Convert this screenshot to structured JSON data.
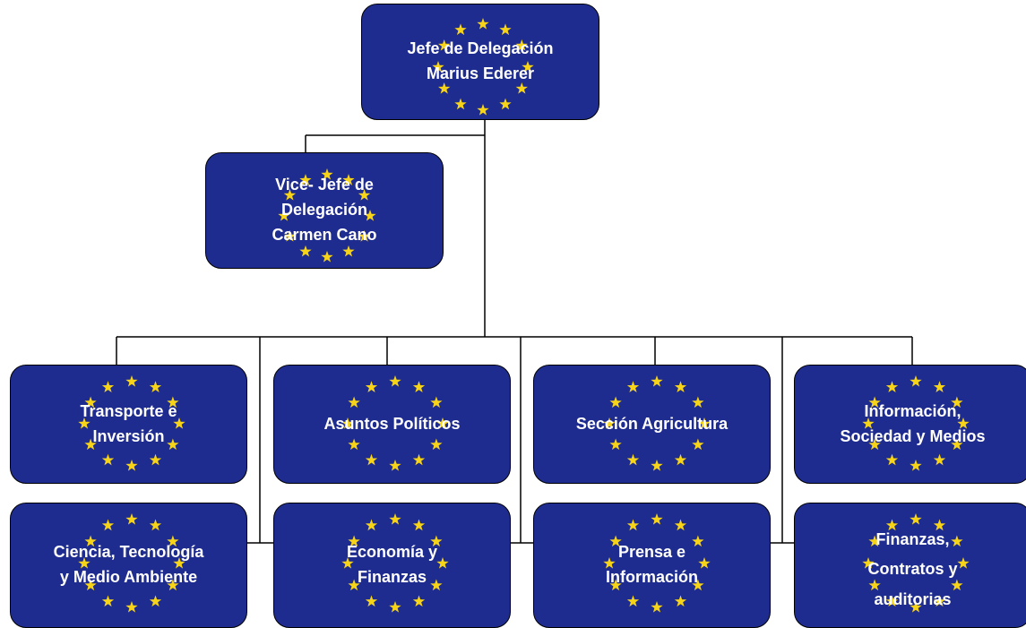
{
  "colors": {
    "box_fill": "#1f2c8f",
    "star": "#f7d417",
    "connector": "#000000",
    "text": "#ffffff"
  },
  "nodes": {
    "jefe": "Jefe de Delegación\nMarius Ederer",
    "vice": "Vice- Jefe de\nDelegación\nCarmen Cano",
    "transporte": "Transporte e\nInversión",
    "politicos": "Asuntos Políticos",
    "agricultura": "Sección Agricultura",
    "informacion": "Información,\nSociedad y Medios",
    "ciencia": "Ciencia, Tecnología\ny Medio Ambiente",
    "economia": "Economía y\nFinanzas",
    "prensa": "Prensa e\nInformación",
    "finanzas": "Finanzas,\nContratos y\nauditorias"
  }
}
